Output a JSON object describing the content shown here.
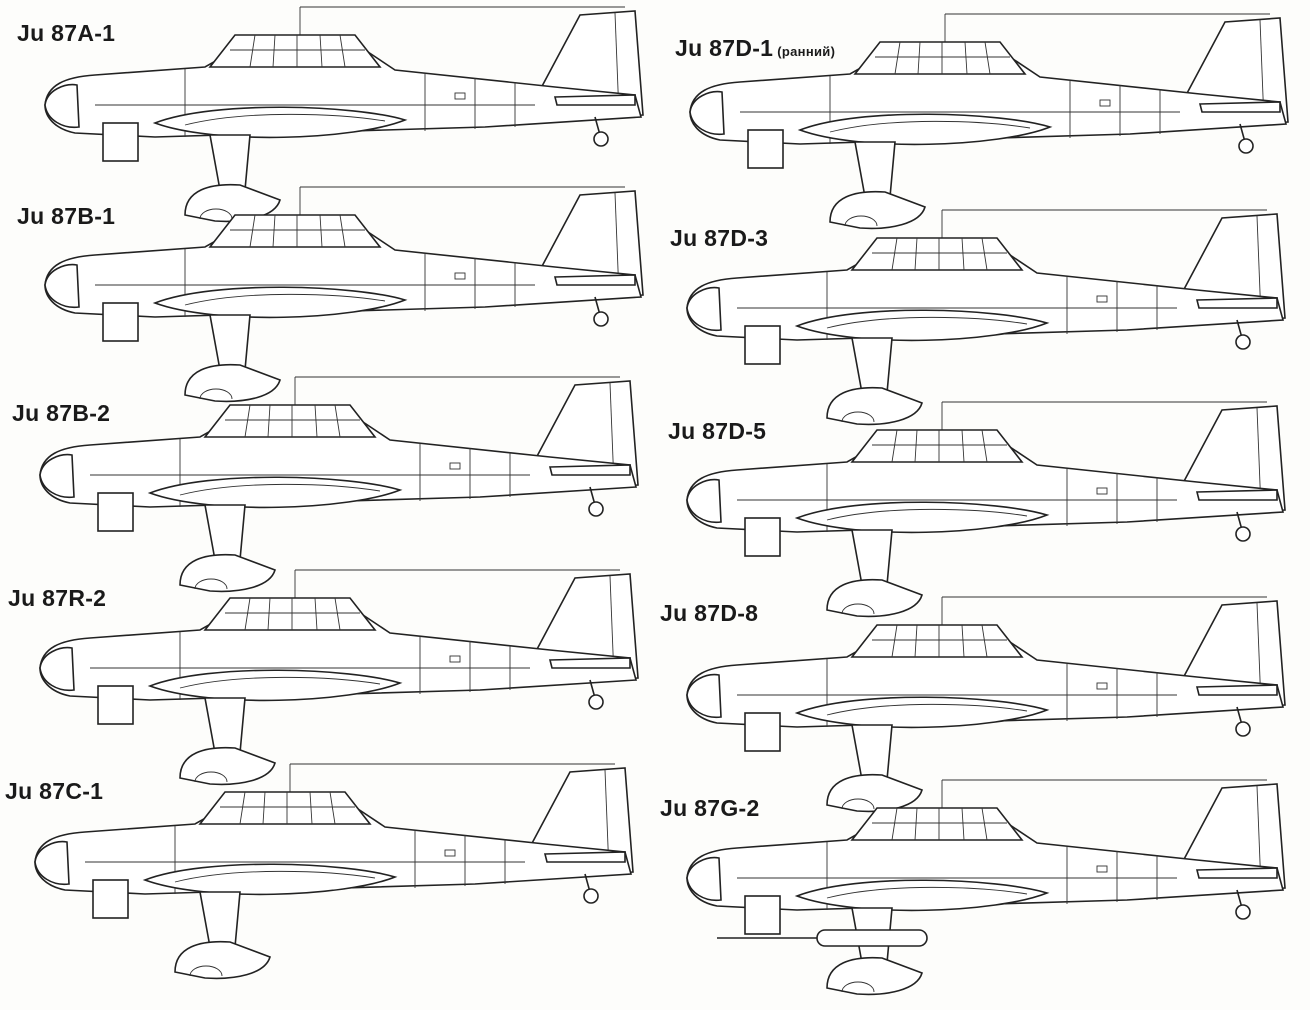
{
  "left_column": [
    {
      "label": "Ju 87A-1",
      "note": ""
    },
    {
      "label": "Ju 87B-1",
      "note": ""
    },
    {
      "label": "Ju 87B-2",
      "note": ""
    },
    {
      "label": "Ju 87R-2",
      "note": ""
    },
    {
      "label": "Ju 87C-1",
      "note": ""
    }
  ],
  "right_column": [
    {
      "label": "Ju 87D-1",
      "note": "(ранний)"
    },
    {
      "label": "Ju 87D-3",
      "note": ""
    },
    {
      "label": "Ju 87D-5",
      "note": ""
    },
    {
      "label": "Ju 87D-8",
      "note": ""
    },
    {
      "label": "Ju 87G-2",
      "note": ""
    }
  ]
}
